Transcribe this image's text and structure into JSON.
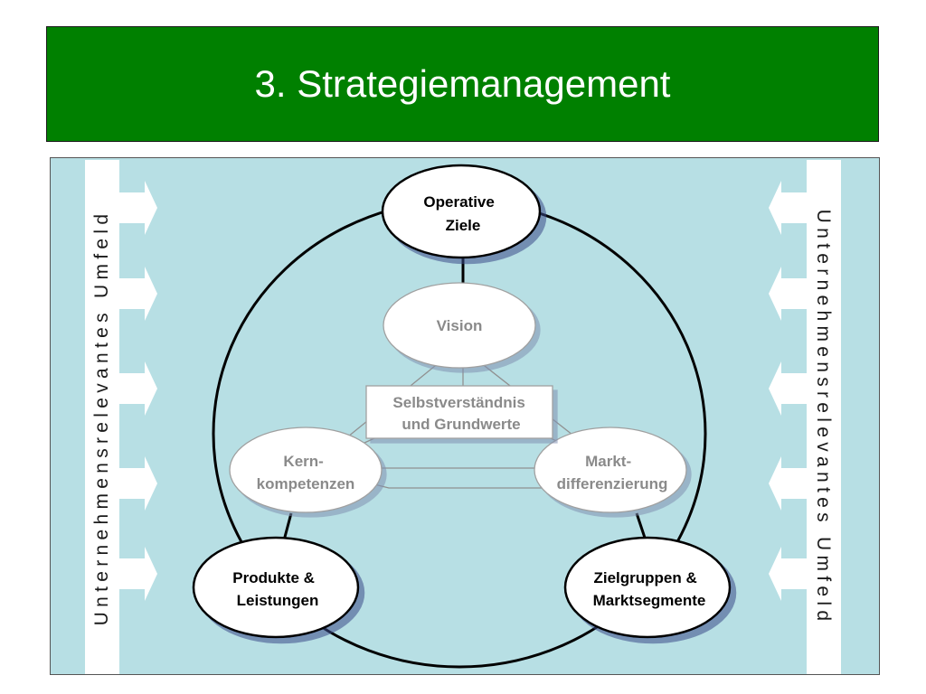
{
  "title": "3. Strategiemanagement",
  "side_label": "Unternehmensrelevantes Umfeld",
  "nodes": {
    "operative": [
      "Operative",
      "Ziele"
    ],
    "produkte": [
      "Produkte &",
      "Leistungen"
    ],
    "zielgruppen": [
      "Zielgruppen &",
      "Marktsegmente"
    ],
    "vision": [
      "Vision"
    ],
    "kern": [
      "Kern-",
      "kompetenzen"
    ],
    "markt": [
      "Markt-",
      "differenzierung"
    ],
    "center": [
      "Selbstverständnis",
      "und Grundwerte"
    ]
  },
  "colors": {
    "title_bg": "#008000",
    "frame_bg": "#b7dfe4",
    "inner_text": "#8a8a8a",
    "outer_text": "#000000"
  }
}
